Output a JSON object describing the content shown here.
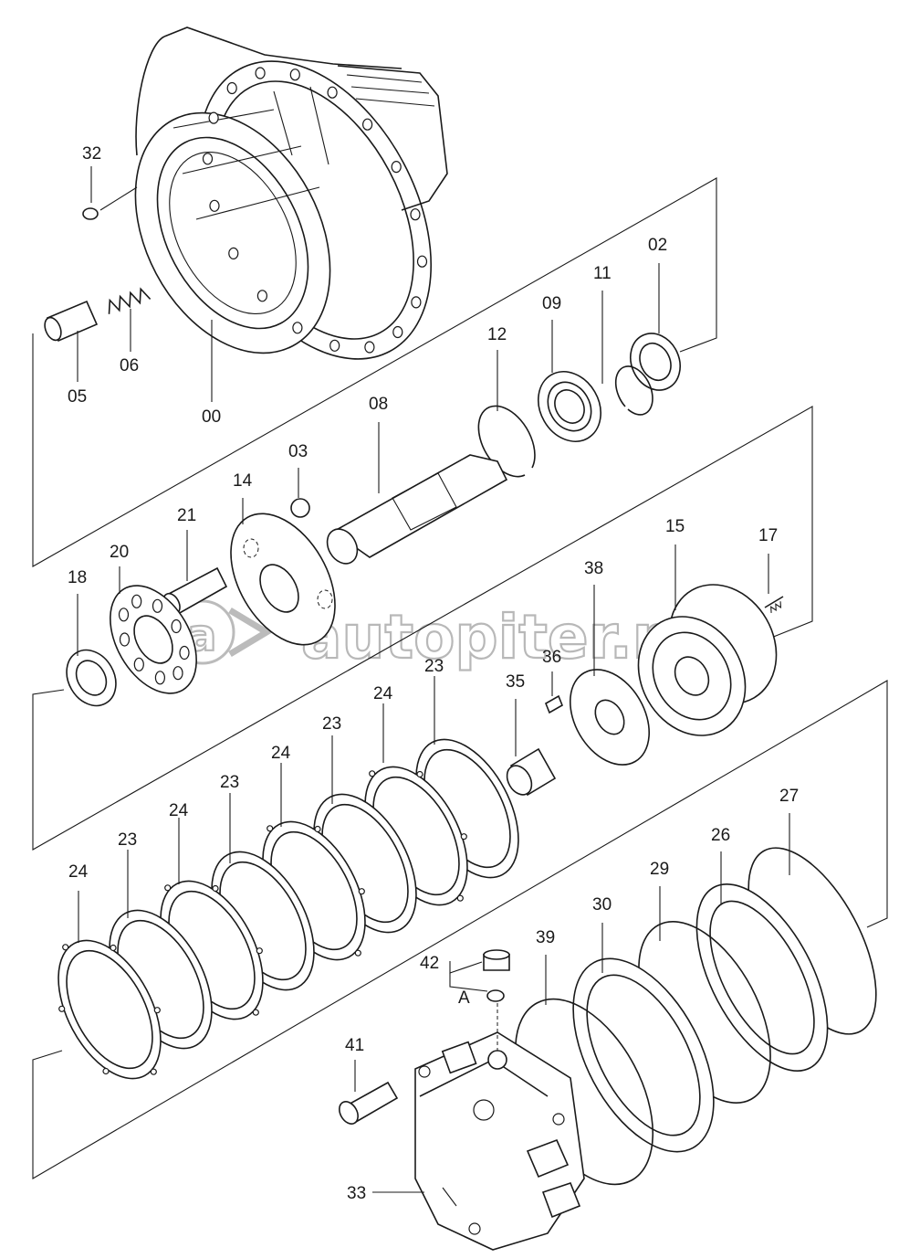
{
  "watermark": "autopiter.ru",
  "callouts": [
    "32",
    "06",
    "05",
    "00",
    "02",
    "11",
    "09",
    "12",
    "08",
    "03",
    "14",
    "21",
    "20",
    "18",
    "15",
    "17",
    "38",
    "36",
    "35",
    "23",
    "24",
    "27",
    "26",
    "29",
    "30",
    "39",
    "42",
    "A",
    "41",
    "33"
  ]
}
